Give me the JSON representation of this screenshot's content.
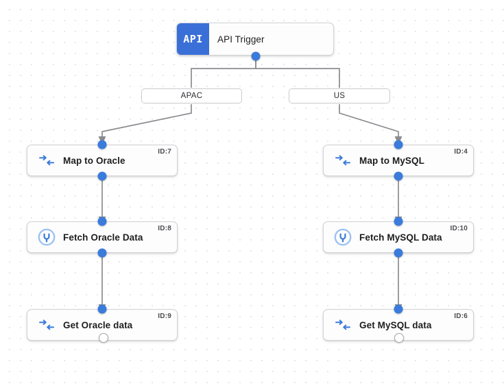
{
  "canvas": {
    "background_color": "#ffffff",
    "dot_grid_color": "#e3e3e3",
    "accent_color": "#3a6fd8",
    "port_color": "#3a7bdb",
    "edge_color": "#8b8c90"
  },
  "trigger": {
    "chip_label": "API",
    "title": "API Trigger",
    "icon": "api-icon"
  },
  "branches": [
    {
      "label": "APAC"
    },
    {
      "label": "US"
    }
  ],
  "nodes": [
    {
      "label": "Map to Oracle",
      "id_badge": "ID:7",
      "icon": "map-transform-icon"
    },
    {
      "label": "Map to MySQL",
      "id_badge": "ID:4",
      "icon": "map-transform-icon"
    },
    {
      "label": "Fetch Oracle Data",
      "id_badge": "ID:8",
      "icon": "database-connector-icon"
    },
    {
      "label": "Fetch MySQL Data",
      "id_badge": "ID:10",
      "icon": "database-connector-icon"
    },
    {
      "label": "Get Oracle data",
      "id_badge": "ID:9",
      "icon": "map-transform-icon"
    },
    {
      "label": "Get MySQL data",
      "id_badge": "ID:6",
      "icon": "map-transform-icon"
    }
  ]
}
